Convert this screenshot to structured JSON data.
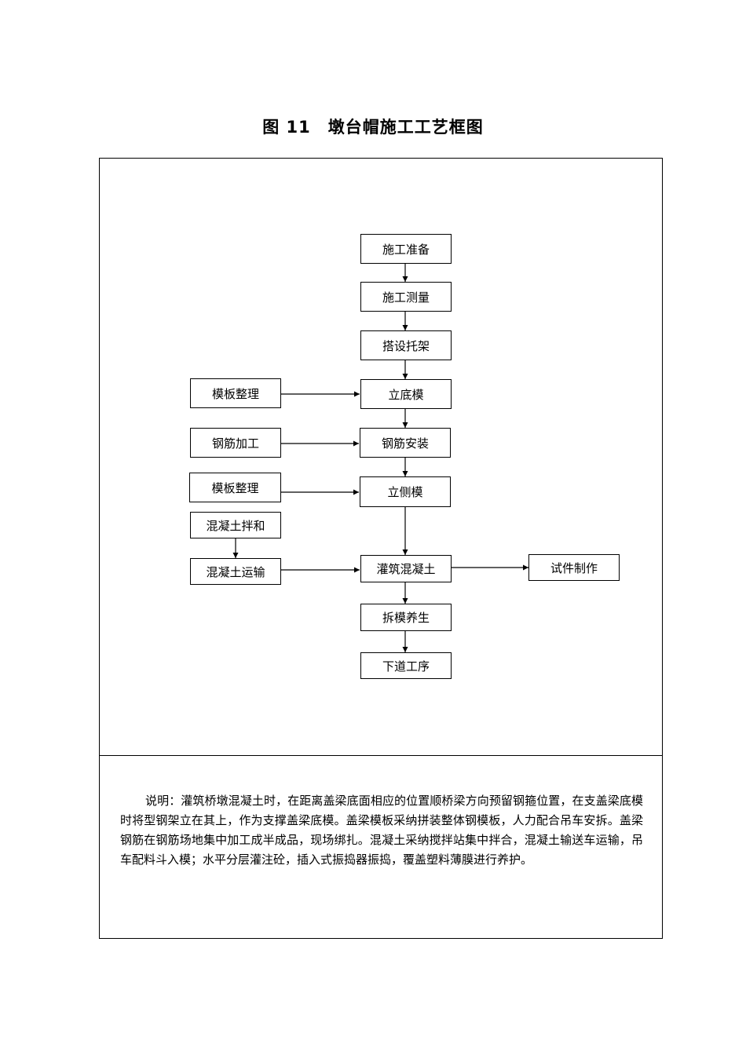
{
  "title": {
    "figure_no": "图 11",
    "text": "墩台帽施工工艺框图"
  },
  "nodes": {
    "prepare": "施工准备",
    "survey": "施工测量",
    "support": "搭设托架",
    "bottom_form": "立底模",
    "rebar_install": "钢筋安装",
    "side_form": "立侧模",
    "pour": "灌筑混凝土",
    "strip_cure": "拆模养生",
    "next": "下道工序",
    "form_trim_1": "模板整理",
    "rebar_process": "钢筋加工",
    "form_trim_2": "模板整理",
    "concrete_mix": "混凝土拌和",
    "concrete_transport": "混凝土运输",
    "specimen": "试件制作"
  },
  "note": "说明：灌筑桥墩混凝土时，在距离盖梁底面相应的位置顺桥梁方向预留钢箍位置，在支盖梁底模时将型钢架立在其上，作为支撑盖梁底模。盖梁模板采纳拼装整体钢模板，人力配合吊车安拆。盖梁钢筋在钢筋场地集中加工成半成品，现场绑扎。混凝土采纳搅拌站集中拌合，混凝土输送车运输，吊车配料斗入模；水平分层灌注砼，插入式振捣器振捣，覆盖塑料薄膜进行养护。"
}
